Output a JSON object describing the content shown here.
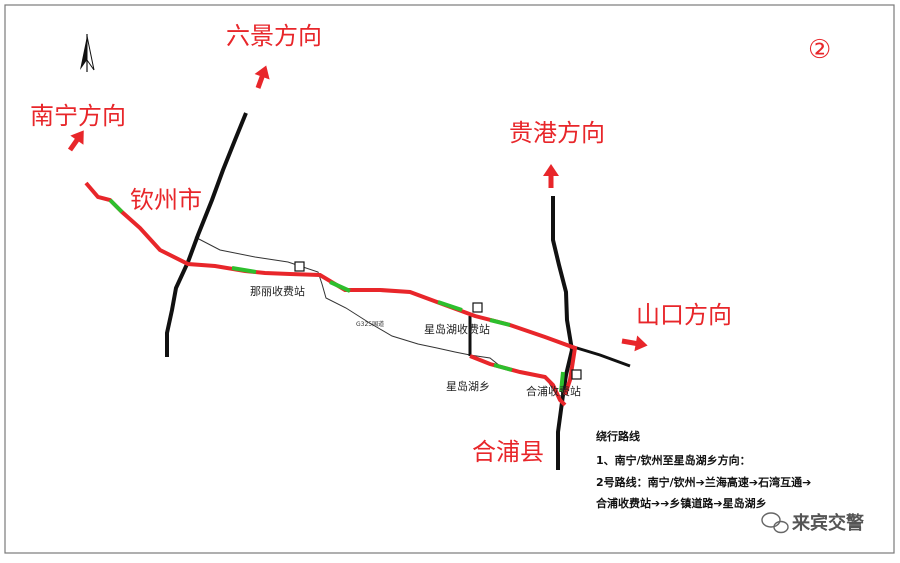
{
  "panel_number": "②",
  "north_arrow": "north-arrow-icon",
  "directions": {
    "nanning": "南宁方向",
    "liujing": "六景方向",
    "guigang": "贵港方向",
    "shankou": "山口方向"
  },
  "places": {
    "qinzhou": "钦州市",
    "hepu": "合浦县",
    "naji_toll": "那丽收费站",
    "xingdaohu_toll": "星岛湖收费站",
    "xingdaohu_town": "星岛湖乡",
    "hepu_toll": "合浦收费站",
    "road_code": "G325国道"
  },
  "legend": {
    "title": "绕行路线",
    "line1": "1、南宁/钦州至星岛湖乡方向：",
    "line2": "2号路线：南宁/钦州➔兰海高速➔石湾互通➔",
    "line3": "合浦收费站➔➔乡镇道路➔星岛湖乡"
  },
  "watermark": "来宾交警",
  "colors": {
    "route": "#e8262a",
    "segment": "#2dbf2d",
    "road": "#111111",
    "label": "#e8262a"
  }
}
